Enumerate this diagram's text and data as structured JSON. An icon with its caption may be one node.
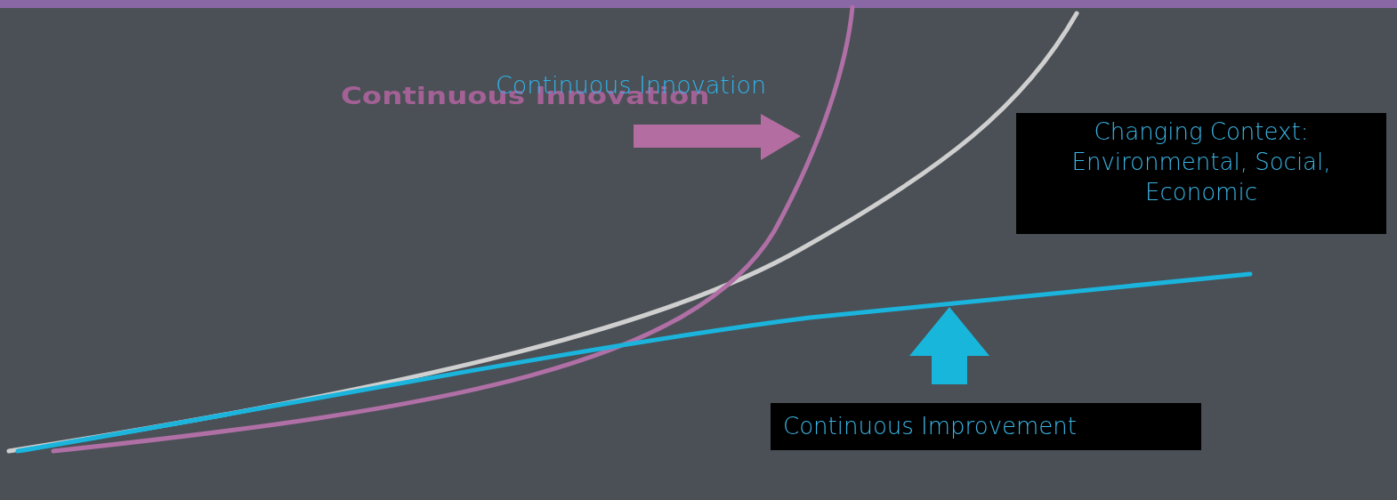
{
  "diagram": {
    "nodes": [
      {
        "text": [
          "Changing Context: Environmental, Social, Economic"
        ]
      },
      {
        "text": [
          "Continuous Improvement"
        ]
      }
    ],
    "labels": [
      "Continuous Innovation",
      "Continuous Innovation"
    ]
  }
}
